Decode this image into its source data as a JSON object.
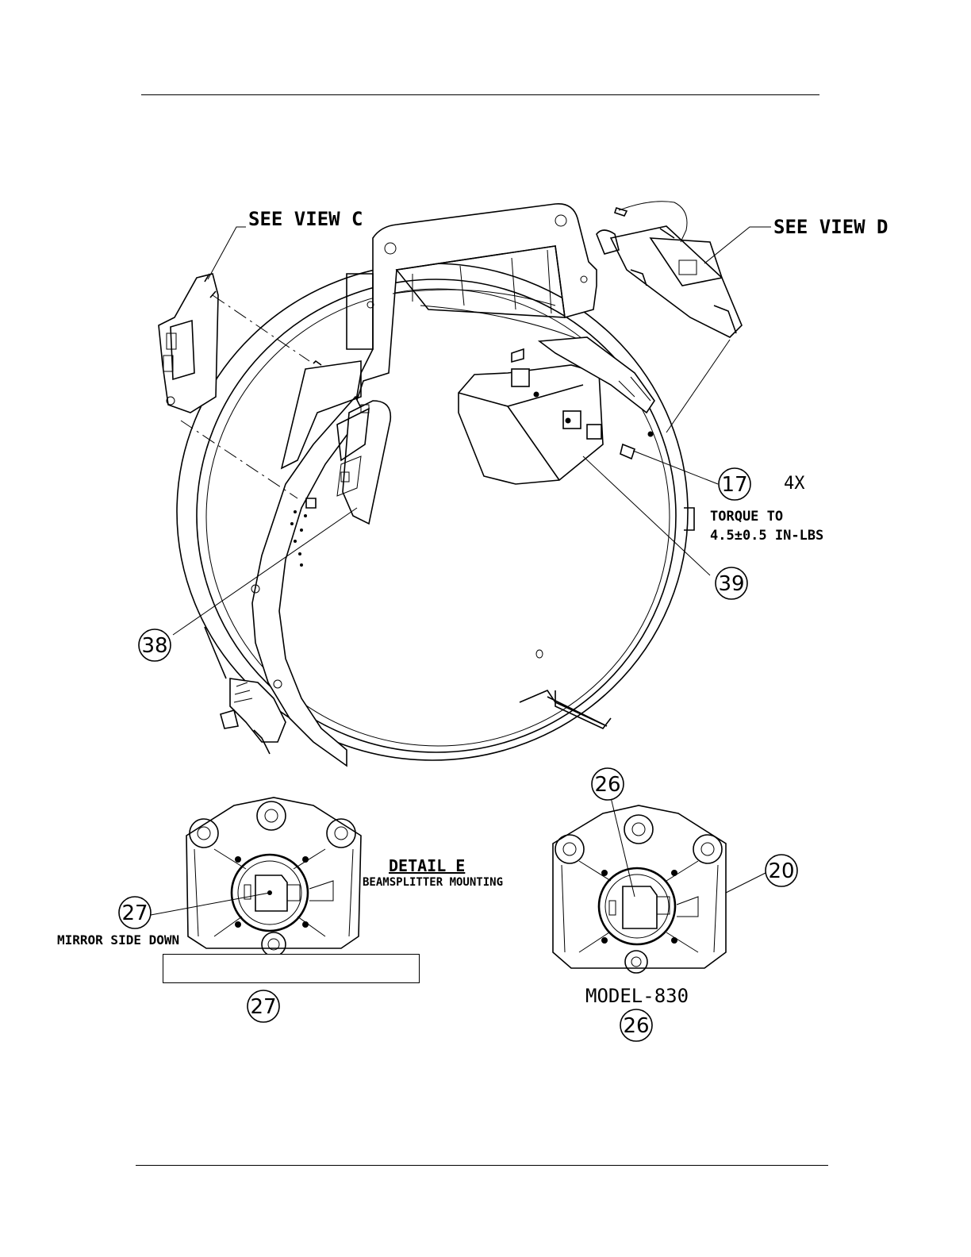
{
  "labels": {
    "see_view_c": "SEE VIEW C",
    "see_view_d": "SEE VIEW D",
    "quantity": "4X",
    "torque_line1": "TORQUE TO",
    "torque_line2": "4.5±0.5 IN-LBS",
    "detail_title": "DETAIL E",
    "detail_subtitle": "BEAMSPLITTER MOUNTING",
    "mirror_note": "MIRROR SIDE DOWN",
    "model": "MODEL-830"
  },
  "callouts": {
    "c17": "17",
    "c39": "39",
    "c38": "38",
    "c27_detail": "27",
    "c27_bottom": "27",
    "c26_top": "26",
    "c26_bottom": "26",
    "c20": "20"
  }
}
